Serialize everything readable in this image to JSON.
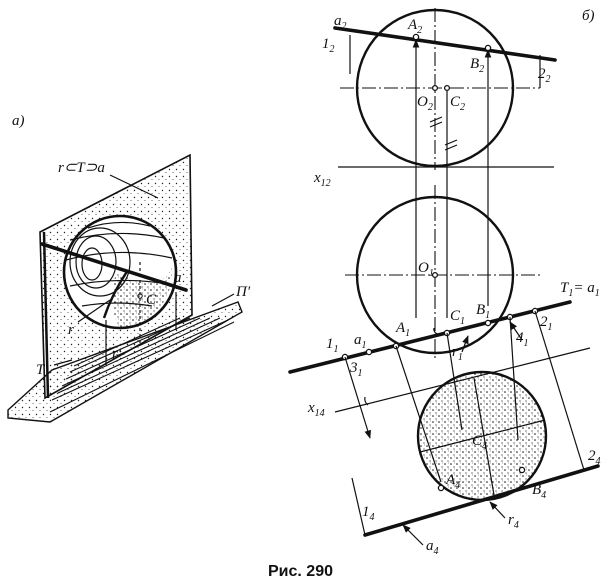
{
  "figure": {
    "caption": "Рис. 290",
    "part_a_label": "а)",
    "part_b_label": "б)"
  },
  "part_a": {
    "relation_label": "r⊂T⊃a",
    "point_C": "C",
    "line_a": "a",
    "curve_r": "r",
    "plane_P": "П′",
    "trace_T": "T′",
    "trace_r": "r′"
  },
  "part_b": {
    "labels": {
      "a2": [
        "a",
        "2"
      ],
      "A2": [
        "A",
        "2"
      ],
      "B2": [
        "B",
        "2"
      ],
      "one2": [
        "1",
        "2"
      ],
      "two2": [
        "2",
        "2"
      ],
      "O2": [
        "O",
        "2"
      ],
      "C2": [
        "C",
        "2"
      ],
      "x12": [
        "x",
        "12"
      ],
      "O1": [
        "O",
        "1"
      ],
      "T1": [
        "T",
        "1"
      ],
      "T1_eq": "= a",
      "T1_eq_sub": "1",
      "C1": [
        "C",
        "1"
      ],
      "B1": [
        "B",
        "1"
      ],
      "A1": [
        "A",
        "1"
      ],
      "two1": [
        "2",
        "1"
      ],
      "one1": [
        "1",
        "1"
      ],
      "a1": [
        "a",
        "1"
      ],
      "four1": [
        "4",
        "1"
      ],
      "r1": [
        "r",
        "1"
      ],
      "three1": [
        "3",
        "1"
      ],
      "x14": [
        "x",
        "14"
      ],
      "C4": [
        "C",
        "4"
      ],
      "two4": [
        "2",
        "4"
      ],
      "A4": [
        "A",
        "4"
      ],
      "B4": [
        "B",
        "4"
      ],
      "one4": [
        "1",
        "4"
      ],
      "a4": [
        "a",
        "4"
      ],
      "r4": [
        "r",
        "4"
      ]
    }
  }
}
